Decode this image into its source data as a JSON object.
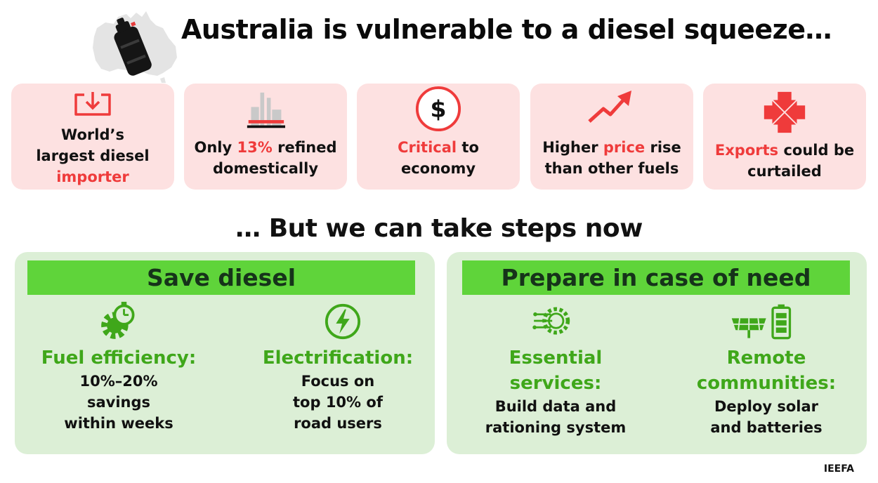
{
  "title": "Australia is vulnerable to a diesel squeeze…",
  "vulnerabilities": [
    {
      "icon": "download-icon",
      "pre": "World’s largest diesel",
      "highlight": "importer",
      "post": ""
    },
    {
      "icon": "refinery-icon",
      "pre": "Only ",
      "highlight": "13%",
      "post": " refined domestically"
    },
    {
      "icon": "dollar-icon",
      "pre": "",
      "highlight": "Critical",
      "post": " to economy"
    },
    {
      "icon": "trend-up-icon",
      "pre": "Higher ",
      "highlight": "price",
      "post": " rise than other fuels"
    },
    {
      "icon": "exports-icon",
      "pre": "",
      "highlight": "Exports",
      "post": " could be curtailed"
    }
  ],
  "subtitle": "… But we can take steps now",
  "panels": {
    "save": {
      "header": "Save diesel",
      "items": [
        {
          "icon": "gear-stopwatch-icon",
          "label": "Fuel efficiency:",
          "line1": "10%–20%",
          "line2": "savings",
          "line3": "within weeks"
        },
        {
          "icon": "lightning-icon",
          "label": "Electrification:",
          "line1": "Focus on",
          "line2": "top 10% of",
          "line3": "road users"
        }
      ]
    },
    "prepare": {
      "header": "Prepare in case of need",
      "items": [
        {
          "icon": "circuit-gear-icon",
          "label1": "Essential",
          "label2": "services:",
          "line1": "Build data and",
          "line2": "rationing system"
        },
        {
          "icon": "solar-battery-icon",
          "label1": "Remote",
          "label2": "communities:",
          "line1": "Deploy solar",
          "line2": "and batteries"
        }
      ]
    }
  },
  "credit": "IEEFA",
  "colors": {
    "accent_red": "#ef3b3b",
    "card_bg": "#fde1e1",
    "panel_bg": "#dcefd6",
    "header_green": "#5fd43a",
    "label_green": "#3fa71a"
  }
}
